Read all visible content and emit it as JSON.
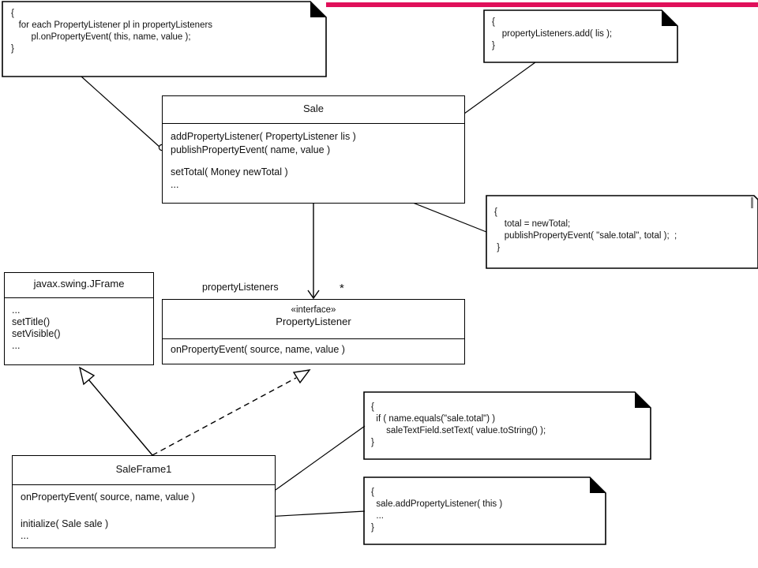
{
  "sale": {
    "name": "Sale",
    "ops": [
      "addPropertyListener( PropertyListener lis )",
      "publishPropertyEvent( name, value )"
    ],
    "ops2": [
      "setTotal( Money newTotal )",
      "..."
    ]
  },
  "jframe": {
    "name": "javax.swing.JFrame",
    "ops": [
      "...",
      "setTitle()",
      "setVisible()",
      "..."
    ]
  },
  "listener": {
    "stereotype": "«interface»",
    "name": "PropertyListener",
    "ops": [
      "onPropertyEvent( source, name, value )"
    ]
  },
  "saleframe": {
    "name": "SaleFrame1",
    "ops": [
      "onPropertyEvent( source, name, value )"
    ],
    "ops2": [
      "initialize( Sale sale )",
      "..."
    ]
  },
  "association": {
    "role": "propertyListeners",
    "multiplicity": "*"
  },
  "notes": {
    "publish": "{\n   for each PropertyListener pl in propertyListeners\n        pl.onPropertyEvent( this, name, value );\n}",
    "add": "{\n    propertyListeners.add( lis );\n}",
    "settotal": "{\n    total = newTotal;\n    publishPropertyEvent( \"sale.total\", total );  ;\n }",
    "onevent": "{\n  if ( name.equals(\"sale.total\") )\n      saleTextField.setText( value.toString() );\n}",
    "initialize": "{\n  sale.addPropertyListener( this )\n  ...\n}"
  },
  "colors": {
    "accent_bar": "#e0105a",
    "lines": "#000000"
  }
}
